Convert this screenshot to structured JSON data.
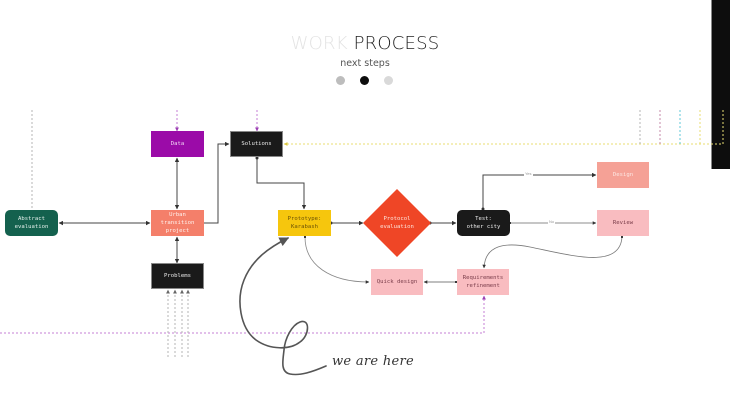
{
  "header": {
    "title_light": "WORK ",
    "title_dark": "PROCESS",
    "subtitle": "next steps",
    "pager": [
      {
        "state": "inactive",
        "color": "#bdbdbd"
      },
      {
        "state": "active",
        "color": "#0d0d0d"
      },
      {
        "state": "inactive",
        "color": "#d9d9d9"
      }
    ]
  },
  "colors": {
    "green": "#14614e",
    "coral": "#f47f6a",
    "purple": "#9b0ba8",
    "black": "#1a1a1a",
    "yellow": "#f6c60d",
    "orange_red": "#ef4626",
    "salmon": "#f5a196",
    "pink": "#f9bcc0",
    "dashed_purple": "#c47fd6",
    "dashed_yellow": "#e8dd72",
    "dashed_gray": "#b6b6b6"
  },
  "nodes": {
    "abstract": {
      "label_1": "Abstract",
      "label_2": "evaluation"
    },
    "urban": {
      "label_1": "Urban",
      "label_2": "transition",
      "label_3": "project"
    },
    "data": {
      "label": "Data"
    },
    "solutions": {
      "label": "Solutions"
    },
    "problems": {
      "label": "Problems"
    },
    "prototype": {
      "label_1": "Prototype:",
      "label_2": "Karabash"
    },
    "protocol": {
      "label_1": "Protocol",
      "label_2": "evaluation"
    },
    "test": {
      "label_1": "Test:",
      "label_2": "other city"
    },
    "design": {
      "label": "Design"
    },
    "review": {
      "label": "Review"
    },
    "quick_design": {
      "label": "Quick design"
    },
    "requirements": {
      "label_1": "Requirements",
      "label_2": "refinement"
    }
  },
  "edge_labels": {
    "yes": "Yes",
    "no": "No"
  },
  "annotation": {
    "text": "we are here"
  }
}
